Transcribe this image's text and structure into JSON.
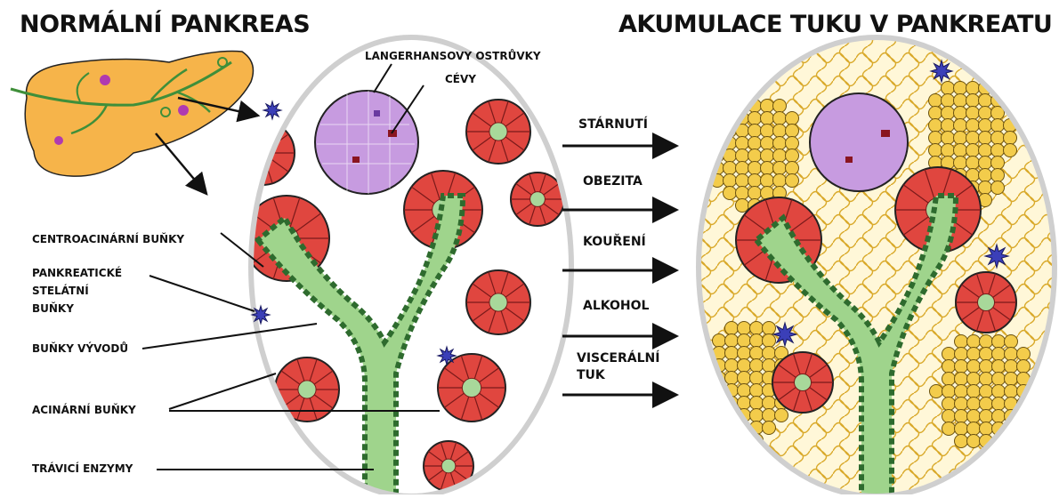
{
  "titles": {
    "left": "NORMÁLNÍ PANKREAS",
    "right": "AKUMULACE TUKU V PANKREATU"
  },
  "labels": {
    "islets": "LANGERHANSOVY OSTRŮVKY",
    "vessels": "CÉVY",
    "centroacinar": "CENTROACINÁRNÍ BUŇKY",
    "stellate_1": "PANKREATICKÉ",
    "stellate_2": "STELÁTNÍ",
    "stellate_3": "BUŇKY",
    "duct_cells": "BUŇKY VÝVODŮ",
    "acinar": "ACINÁRNÍ BUŇKY",
    "enzymes": "TRÁVICÍ ENZYMY"
  },
  "factors": {
    "aging": "STÁRNUTÍ",
    "obesity": "OBEZITA",
    "smoking": "KOUŘENÍ",
    "alcohol": "ALKOHOL",
    "visceral_1": "VISCERÁLNÍ",
    "visceral_2": "TUK"
  },
  "colors": {
    "pancreas_fill": "#f6b44a",
    "acinar_fill": "#e0463f",
    "acinar_center": "#a8d89a",
    "duct_fill": "#9fd48c",
    "duct_wall": "#2e6b2e",
    "islet_fill": "#c79be0",
    "fat_fill": "#f3cc4b",
    "fat_strands": "#d9a92a",
    "stellate": "#3b3fb8",
    "outline": "#222222"
  }
}
